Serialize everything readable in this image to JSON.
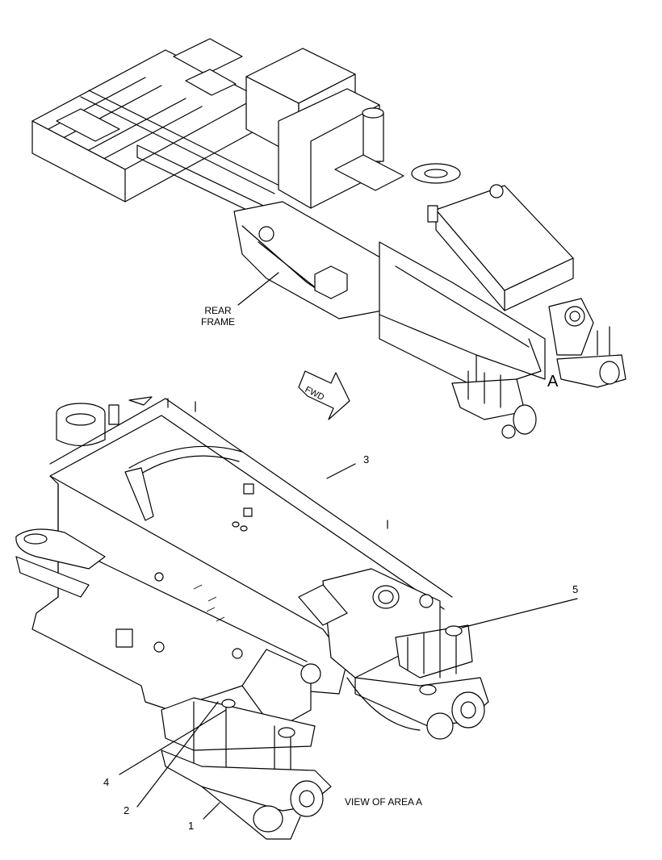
{
  "labels": {
    "rear_frame": [
      "REAR",
      "FRAME"
    ],
    "area_marker": "A",
    "fwd": "FWD",
    "view_of_area": "VIEW OF AREA A"
  },
  "callouts": [
    "1",
    "2",
    "3",
    "4",
    "5"
  ]
}
